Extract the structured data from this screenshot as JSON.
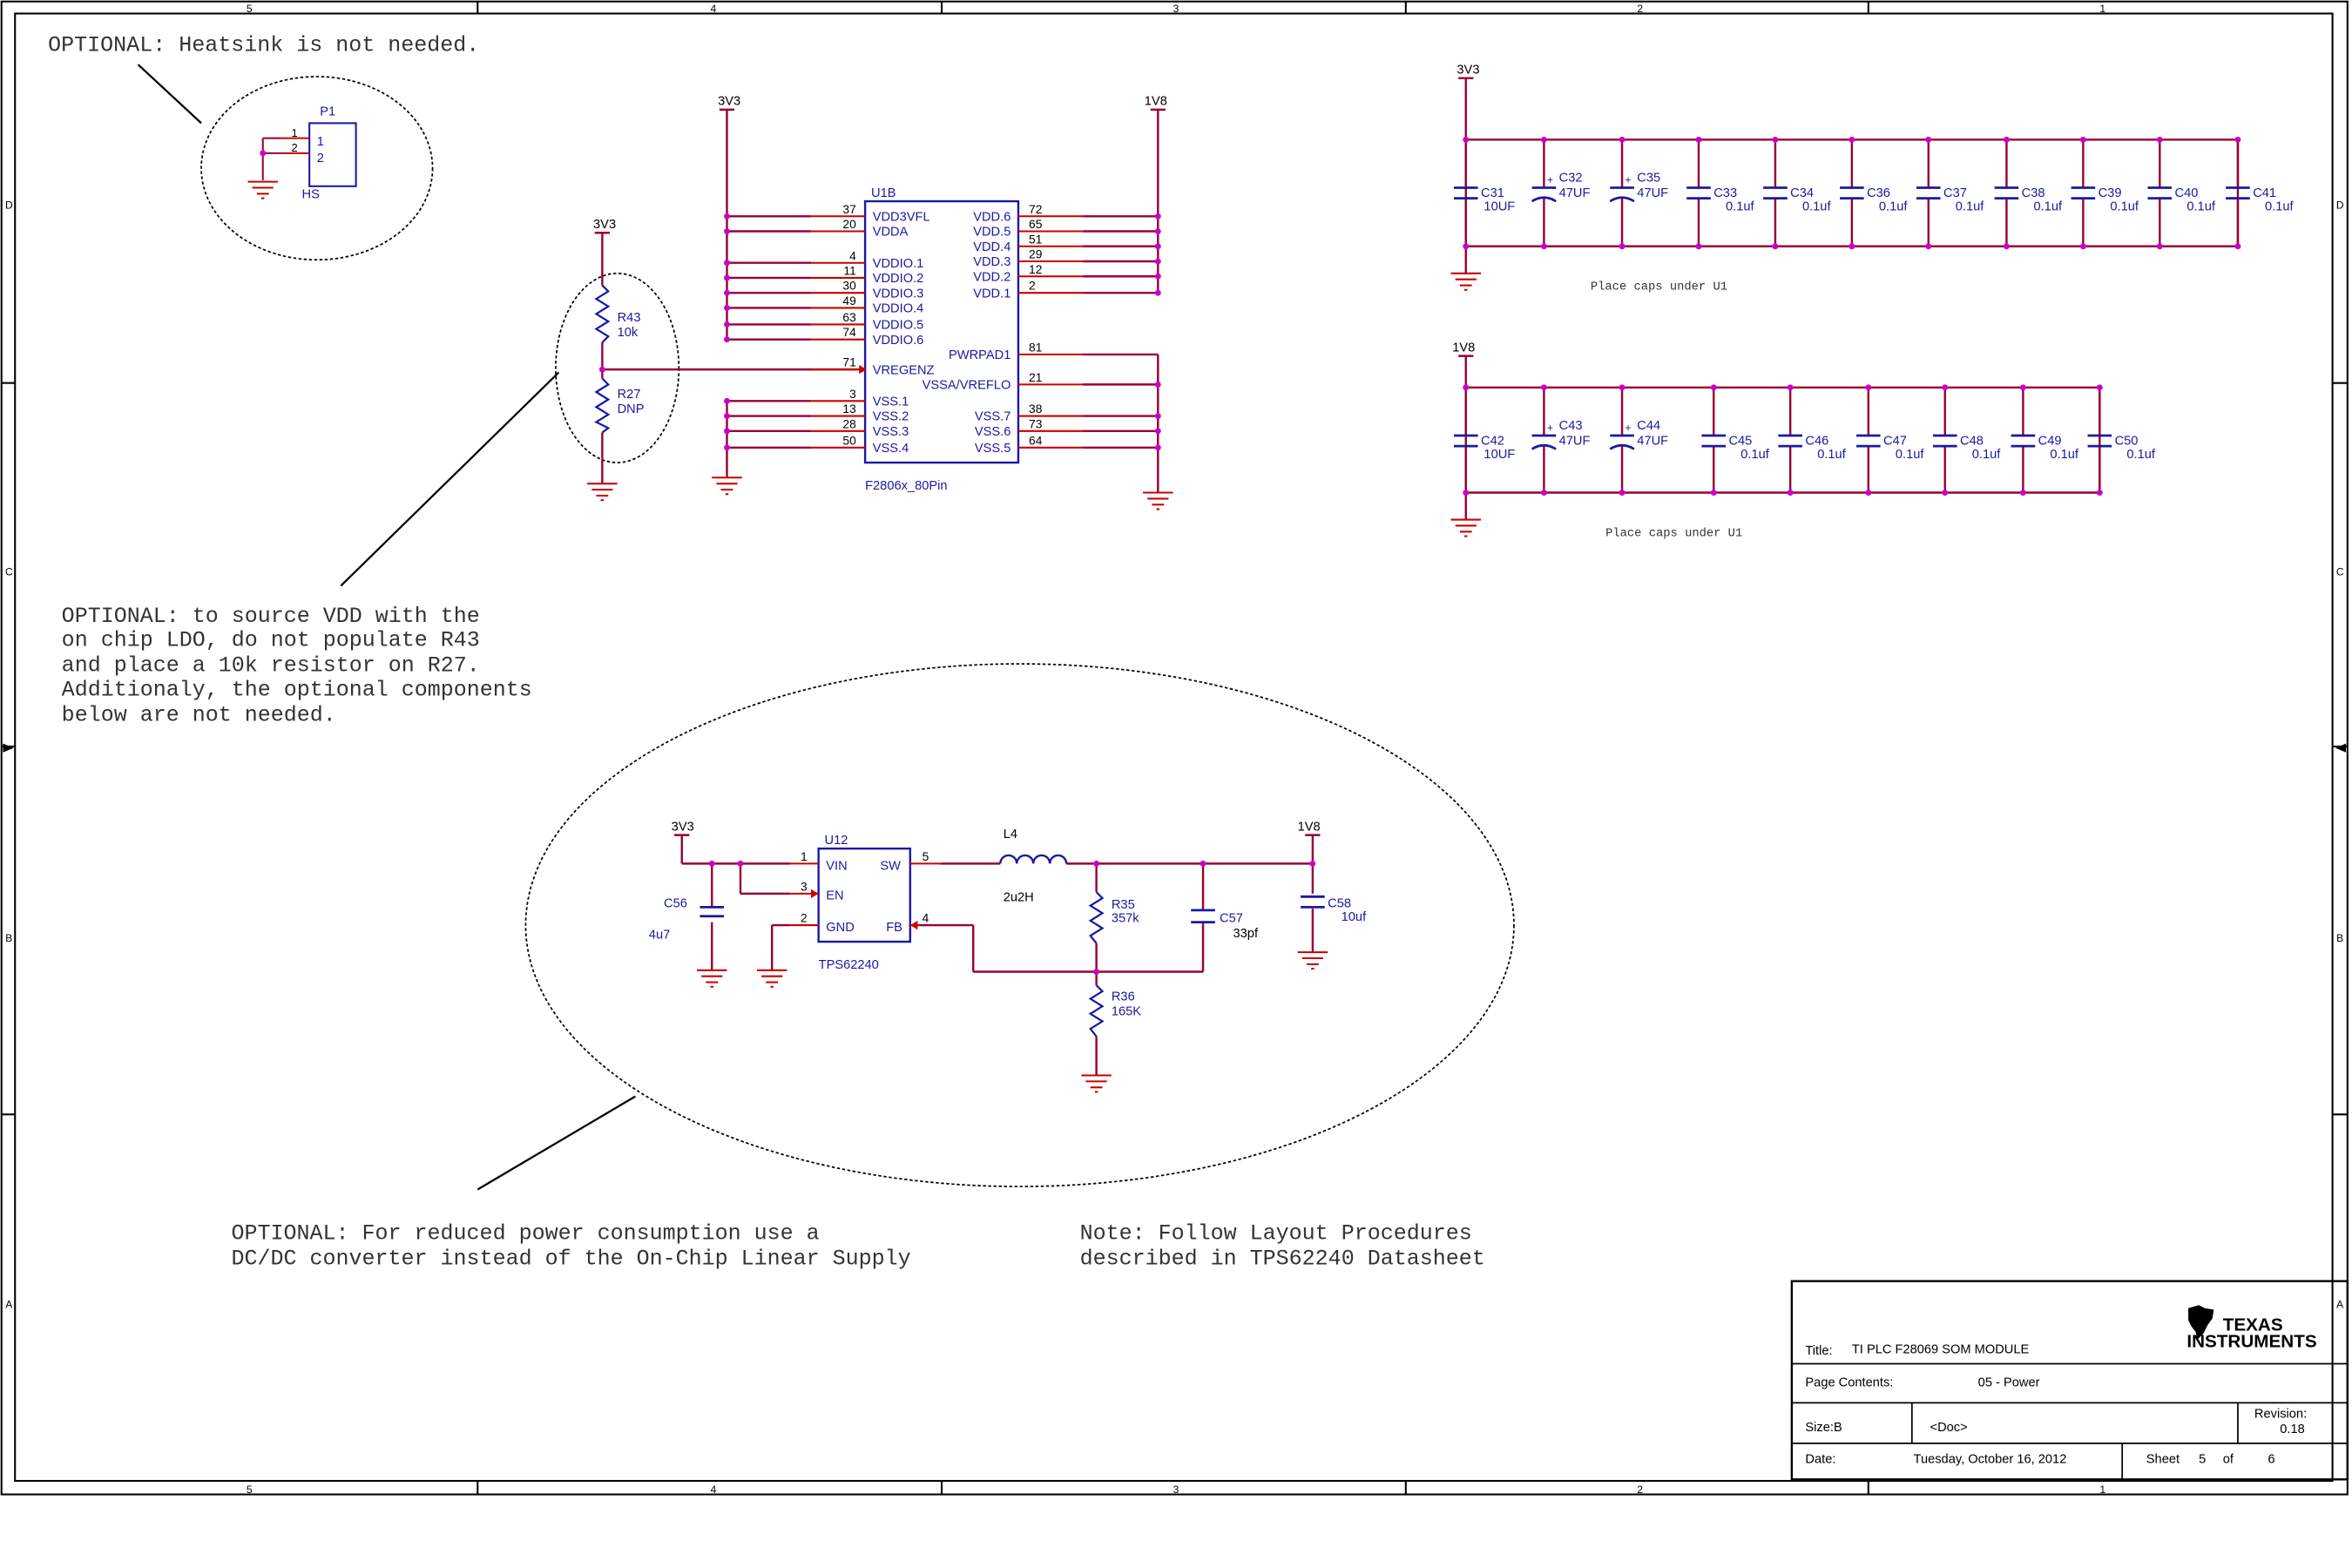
{
  "colors": {
    "wire": "#990033",
    "part": "#1a1aa0",
    "junction": "#cc00cc",
    "pin": "#cc0000",
    "frame": "#000000",
    "text": "#000000",
    "note": "#333333"
  },
  "frame": {
    "col_numbers": [
      "5",
      "4",
      "3",
      "2",
      "1"
    ],
    "row_letters": [
      "D",
      "C",
      "B",
      "A"
    ]
  },
  "notes": {
    "heatsink": "OPTIONAL: Heatsink is not needed.",
    "ldo": [
      "OPTIONAL: to source VDD with the",
      "on chip LDO, do not populate R43",
      "and place a 10k resistor on R27.",
      "Additionaly, the optional components",
      "below are not needed."
    ],
    "dcdc": [
      "OPTIONAL:  For reduced power consumption use a",
      "DC/DC converter instead of the On-Chip Linear Supply"
    ],
    "layout": [
      "Note: Follow Layout Procedures",
      "described in TPS62240 Datasheet"
    ],
    "caps_1": "Place caps under U1",
    "caps_2": "Place caps under U1"
  },
  "nets": {
    "v33": "3V3",
    "v18": "1V8"
  },
  "p1": {
    "ref": "P1",
    "value": "HS",
    "pins": [
      "1",
      "2"
    ],
    "pin_names": [
      "1",
      "2"
    ]
  },
  "r43": {
    "ref": "R43",
    "value": "10k"
  },
  "r27": {
    "ref": "R27",
    "value": "DNP"
  },
  "u1b": {
    "ref": "U1B",
    "value": "F2806x_80Pin",
    "left_pins": [
      {
        "num": "37",
        "name": "VDD3VFL"
      },
      {
        "num": "20",
        "name": "VDDA"
      },
      {
        "num": "4",
        "name": "VDDIO.1"
      },
      {
        "num": "11",
        "name": "VDDIO.2"
      },
      {
        "num": "30",
        "name": "VDDIO.3"
      },
      {
        "num": "49",
        "name": "VDDIO.4"
      },
      {
        "num": "63",
        "name": "VDDIO.5"
      },
      {
        "num": "74",
        "name": "VDDIO.6"
      },
      {
        "num": "71",
        "name": "VREGENZ"
      },
      {
        "num": "3",
        "name": "VSS.1"
      },
      {
        "num": "13",
        "name": "VSS.2"
      },
      {
        "num": "28",
        "name": "VSS.3"
      },
      {
        "num": "50",
        "name": "VSS.4"
      }
    ],
    "right_pins": [
      {
        "num": "72",
        "name": "VDD.6"
      },
      {
        "num": "65",
        "name": "VDD.5"
      },
      {
        "num": "51",
        "name": "VDD.4"
      },
      {
        "num": "29",
        "name": "VDD.3"
      },
      {
        "num": "12",
        "name": "VDD.2"
      },
      {
        "num": "2",
        "name": "VDD.1"
      },
      {
        "num": "81",
        "name": "PWRPAD1"
      },
      {
        "num": "21",
        "name": "VSSA/VREFLO"
      },
      {
        "num": "38",
        "name": "VSS.7"
      },
      {
        "num": "73",
        "name": "VSS.6"
      },
      {
        "num": "64",
        "name": "VSS.5"
      }
    ]
  },
  "caps_row1": [
    {
      "ref": "C31",
      "value": "10UF",
      "pol": false
    },
    {
      "ref": "C32",
      "value": "47UF",
      "pol": true
    },
    {
      "ref": "C35",
      "value": "47UF",
      "pol": true
    },
    {
      "ref": "C33",
      "value": "0.1uf",
      "pol": false
    },
    {
      "ref": "C34",
      "value": "0.1uf",
      "pol": false
    },
    {
      "ref": "C36",
      "value": "0.1uf",
      "pol": false
    },
    {
      "ref": "C37",
      "value": "0.1uf",
      "pol": false
    },
    {
      "ref": "C38",
      "value": "0.1uf",
      "pol": false
    },
    {
      "ref": "C39",
      "value": "0.1uf",
      "pol": false
    },
    {
      "ref": "C40",
      "value": "0.1uf",
      "pol": false
    },
    {
      "ref": "C41",
      "value": "0.1uf",
      "pol": false
    }
  ],
  "caps_row2": [
    {
      "ref": "C42",
      "value": "10UF",
      "pol": false
    },
    {
      "ref": "C43",
      "value": "47UF",
      "pol": true
    },
    {
      "ref": "C44",
      "value": "47UF",
      "pol": true
    },
    {
      "ref": "C45",
      "value": "0.1uf",
      "pol": false
    },
    {
      "ref": "C46",
      "value": "0.1uf",
      "pol": false
    },
    {
      "ref": "C47",
      "value": "0.1uf",
      "pol": false
    },
    {
      "ref": "C48",
      "value": "0.1uf",
      "pol": false
    },
    {
      "ref": "C49",
      "value": "0.1uf",
      "pol": false
    },
    {
      "ref": "C50",
      "value": "0.1uf",
      "pol": false
    }
  ],
  "u12": {
    "ref": "U12",
    "value": "TPS62240",
    "pins": [
      {
        "num": "1",
        "name": "VIN"
      },
      {
        "num": "3",
        "name": "EN"
      },
      {
        "num": "2",
        "name": "GND"
      },
      {
        "num": "5",
        "name": "SW"
      },
      {
        "num": "4",
        "name": "FB"
      }
    ]
  },
  "c56": {
    "ref": "C56",
    "value": "4u7"
  },
  "l4": {
    "ref": "L4",
    "value": "2u2H"
  },
  "r35": {
    "ref": "R35",
    "value": "357k"
  },
  "r36": {
    "ref": "R36",
    "value": "165K"
  },
  "c57": {
    "ref": "C57",
    "value": "33pf"
  },
  "c58": {
    "ref": "C58",
    "value": "10uf"
  },
  "title_block": {
    "title_label": "Title:",
    "title": "TI PLC F28069 SOM MODULE",
    "contents_label": "Page Contents:",
    "contents": "05 - Power",
    "size_label": "Size:B",
    "doc": "<Doc>",
    "rev_label": "Revision:",
    "rev": "0.18",
    "date_label": "Date:",
    "date": "Tuesday, October 16, 2012",
    "sheet_label": "Sheet",
    "sheet": "5",
    "of_label": "of",
    "total": "6",
    "logo_line1": "TEXAS",
    "logo_line2": "INSTRUMENTS"
  }
}
